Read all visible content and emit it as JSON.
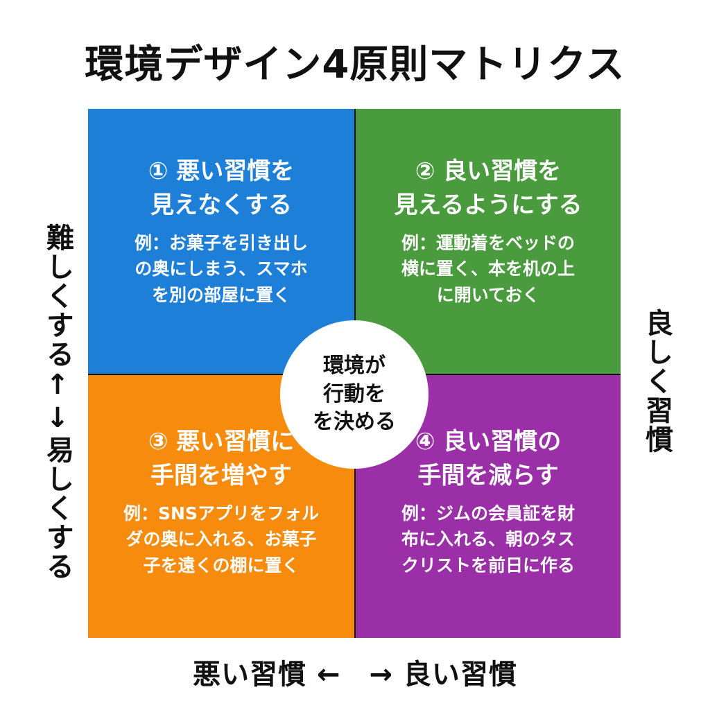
{
  "title": "環境デザイン4原則マトリクス",
  "colors": {
    "q1": "#1E7FD8",
    "q2": "#4A9B3E",
    "q3": "#F68B0E",
    "q4": "#9B2FA8",
    "divider": "#111111",
    "center": "#FFFFFF"
  },
  "quadrants": [
    {
      "title_line1": "① 悪い習慣を",
      "title_line2": "見えなくする",
      "example_line1": "例：お菓子を引き出し",
      "example_line2": "の奥にしまう、スマホ",
      "example_line3": "を別の部屋に置く"
    },
    {
      "title_line1": "② 良い習慣を",
      "title_line2": "見えるようにする",
      "example_line1": "例：運動着をベッドの",
      "example_line2": "横に置く、本を机の上",
      "example_line3": "に開いておく"
    },
    {
      "title_line1": "③ 悪い習慣に",
      "title_line2": "手間を増やす",
      "example_line1": "例：SNSアプリをフォル",
      "example_line2": "ダの奥に入れる、お菓子",
      "example_line3": "子を遠くの棚に置く"
    },
    {
      "title_line1": "④ 良い習慣の",
      "title_line2": "手間を減らす",
      "example_line1": "例：ジムの会員証を財",
      "example_line2": "布に入れる、朝のタス",
      "example_line3": "クリストを前日に作る"
    }
  ],
  "center": {
    "line1": "環境が",
    "line2": "行動を",
    "line3": "を決める"
  },
  "axes": {
    "left": "難しくする↑↓易しくする",
    "right": "良しく習慣",
    "bottom": "悪い習慣 ←　→ 良い習慣"
  }
}
